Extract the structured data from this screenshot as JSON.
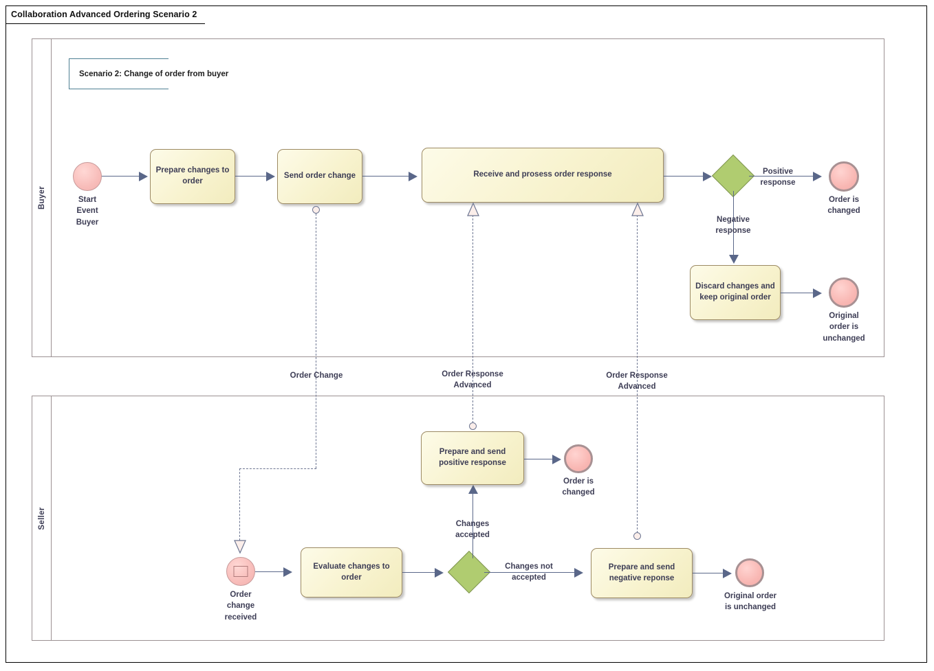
{
  "window": {
    "title": "Collaboration Advanced Ordering Scenario 2"
  },
  "annotation": {
    "text": "Scenario 2: Change of order from buyer"
  },
  "pools": [
    {
      "name": "buyer",
      "label": "Buyer"
    },
    {
      "name": "seller",
      "label": "Seller"
    }
  ],
  "buyer": {
    "start_event": {
      "label": "Start\nEvent\nBuyer"
    },
    "tasks": [
      {
        "id": "prepare-changes",
        "label": "Prepare\nchanges to\norder"
      },
      {
        "id": "send-order-change",
        "label": "Send order\nchange"
      },
      {
        "id": "receive-process-response",
        "label": "Receive and prosess order response"
      },
      {
        "id": "discard-changes",
        "label": "Discard changes\nand keep original\norder"
      }
    ],
    "gateway": {
      "id": "response-gateway",
      "label": ""
    },
    "flow_labels": {
      "positive": "Positive\nresponse",
      "negative": "Negative\nresponse"
    },
    "end_events": [
      {
        "id": "order-is-changed",
        "label": "Order is\nchanged"
      },
      {
        "id": "original-order-unchanged",
        "label": "Original\norder is\nunchanged"
      }
    ]
  },
  "seller": {
    "start_event": {
      "label": "Order\nchange\nreceived",
      "icon": "envelope-icon"
    },
    "tasks": [
      {
        "id": "evaluate-changes",
        "label": "Evaluate changes to\norder"
      },
      {
        "id": "prepare-positive",
        "label": "Prepare and send\npositive response"
      },
      {
        "id": "prepare-negative",
        "label": "Prepare and send\nnegative reponse"
      }
    ],
    "gateway": {
      "id": "changes-gateway",
      "label": ""
    },
    "flow_labels": {
      "accepted": "Changes\naccepted",
      "not_accepted": "Changes not\naccepted"
    },
    "end_events": [
      {
        "id": "order-is-changed-seller",
        "label": "Order is\nchanged"
      },
      {
        "id": "original-order-unchanged-seller",
        "label": "Original order\nis unchanged"
      }
    ]
  },
  "message_flows": [
    {
      "id": "order-change",
      "label": "Order Change"
    },
    {
      "id": "order-response-advanced-1",
      "label": "Order Response\nAdvanced"
    },
    {
      "id": "order-response-advanced-2",
      "label": "Order Response\nAdvanced"
    }
  ],
  "colors": {
    "task_fill": "#f8f3cf",
    "task_border": "#9c8a63",
    "event_fill": "#f8bdba",
    "event_border": "#a89193",
    "gateway_fill": "#b0cc70",
    "gateway_border": "#7e9350",
    "connector": "#5a6789",
    "pool_border": "#9b9092",
    "annotation_border": "#4d7f92",
    "text": "#3d3d55"
  }
}
